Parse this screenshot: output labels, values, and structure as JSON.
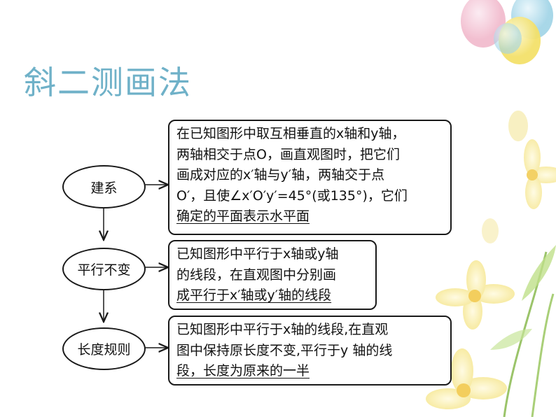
{
  "title": "斜二测画法",
  "steps": [
    {
      "label": "建系",
      "lines": [
        "在已知图形中取互相垂直的x轴和y轴，",
        "两轴相交于点O，画直观图时，把它们",
        "画成对应的x′轴与y′轴，两轴交于点",
        "O′，且使∠x′O′y′=45°(或135°)，它们",
        "确定的平面表示水平面"
      ]
    },
    {
      "label": "平行不变",
      "lines": [
        "已知图形中平行于x轴或y轴",
        "的线段，在直观图中分别画",
        "成平行于x′轴或y′轴的线段"
      ]
    },
    {
      "label": "长度规则",
      "lines": [
        "已知图形中平行于x轴的线段,在直观",
        "图中保持原长度不变,平行于y 轴的线",
        "段，长度为原来的一半"
      ]
    }
  ],
  "colors": {
    "title": "#6fb1c8",
    "border": "#1a1a1a"
  }
}
